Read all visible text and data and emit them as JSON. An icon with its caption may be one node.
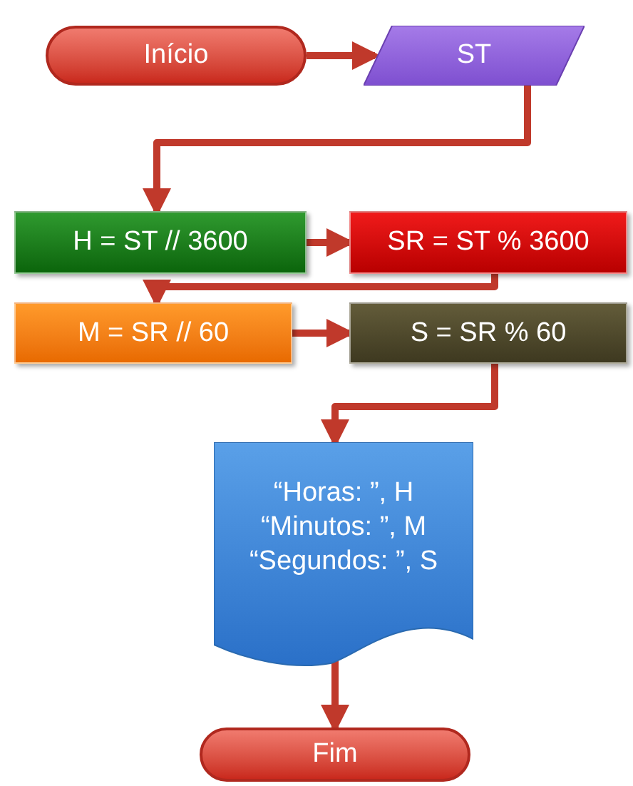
{
  "diagram": {
    "nodes": [
      {
        "text": [
          "Início"
        ]
      },
      {
        "text": [
          "ST"
        ]
      },
      {
        "text": [
          "H = ST // 3600"
        ]
      },
      {
        "text": [
          "SR = ST % 3600"
        ]
      },
      {
        "text": [
          "M = SR // 60"
        ]
      },
      {
        "text": [
          "S = SR % 60"
        ]
      },
      {
        "text": [
          "“Horas: ”, H",
          "“Minutos: ”, M",
          "“Segundos: ”, S"
        ]
      },
      {
        "text": [
          "Fim"
        ]
      }
    ],
    "edges": [
      {
        "from": 0,
        "to": 1,
        "arrow": "to"
      },
      {
        "from": 1,
        "to": 2,
        "arrow": "to"
      },
      {
        "from": 2,
        "to": 3,
        "arrow": "to"
      },
      {
        "from": 3,
        "to": 4,
        "arrow": "to"
      },
      {
        "from": 4,
        "to": 5,
        "arrow": "to"
      },
      {
        "from": 5,
        "to": 6,
        "arrow": "to"
      },
      {
        "from": 6,
        "to": 7,
        "arrow": "to"
      }
    ]
  }
}
